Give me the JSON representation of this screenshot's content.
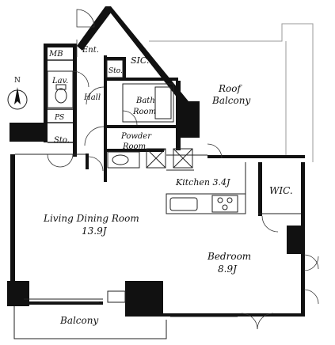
{
  "compass": {
    "label": "N"
  },
  "rooms": {
    "mb": "MB",
    "ent": "Ent.",
    "sic": "SIC.",
    "sto_small": "Sto.",
    "lav": "Lav.",
    "hall": "Hall",
    "bath": {
      "line1": "Bath",
      "line2": "Room"
    },
    "roof_balcony": {
      "line1": "Roof",
      "line2": "Balcony"
    },
    "ps": "PS",
    "sto": "Sto.",
    "powder": {
      "line1": "Powder",
      "line2": "Room"
    },
    "kitchen": "Kitchen 3.4J",
    "wic": "WIC.",
    "living": {
      "line1": "Living Dining Room",
      "line2": "13.9J"
    },
    "bedroom": {
      "line1": "Bedroom",
      "line2": "8.9J"
    },
    "balcony": "Balcony"
  }
}
